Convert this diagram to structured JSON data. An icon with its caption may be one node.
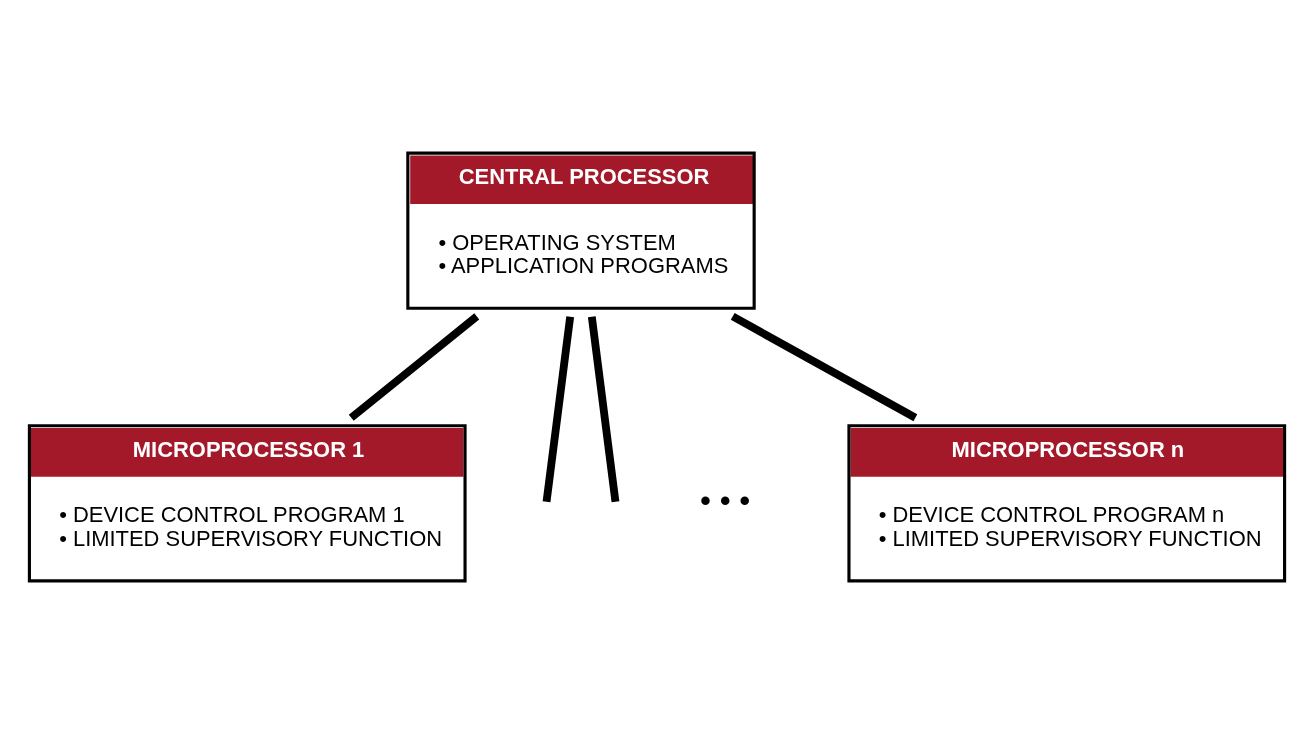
{
  "diagram": {
    "nodes": [
      {
        "text": [
          "CENTRAL PROCESSOR",
          "• OPERATING SYSTEM",
          "• APPLICATION PROGRAMS"
        ]
      },
      {
        "text": [
          "MICROPROCESSOR 1",
          "• DEVICE CONTROL PROGRAM 1",
          "• LIMITED SUPERVISORY FUNCTION"
        ]
      },
      {
        "text": [
          "MICROPROCESSOR n",
          "• DEVICE CONTROL PROGRAM n",
          "• LIMITED SUPERVISORY FUNCTION"
        ]
      }
    ],
    "edges": [
      {
        "from": 0,
        "to": 1,
        "arrow": "none"
      },
      {
        "from": 0,
        "to": null,
        "arrow": "none"
      },
      {
        "from": 0,
        "to": null,
        "arrow": "none"
      },
      {
        "from": 0,
        "to": 2,
        "arrow": "none"
      }
    ],
    "labels": [
      "• • •"
    ]
  }
}
